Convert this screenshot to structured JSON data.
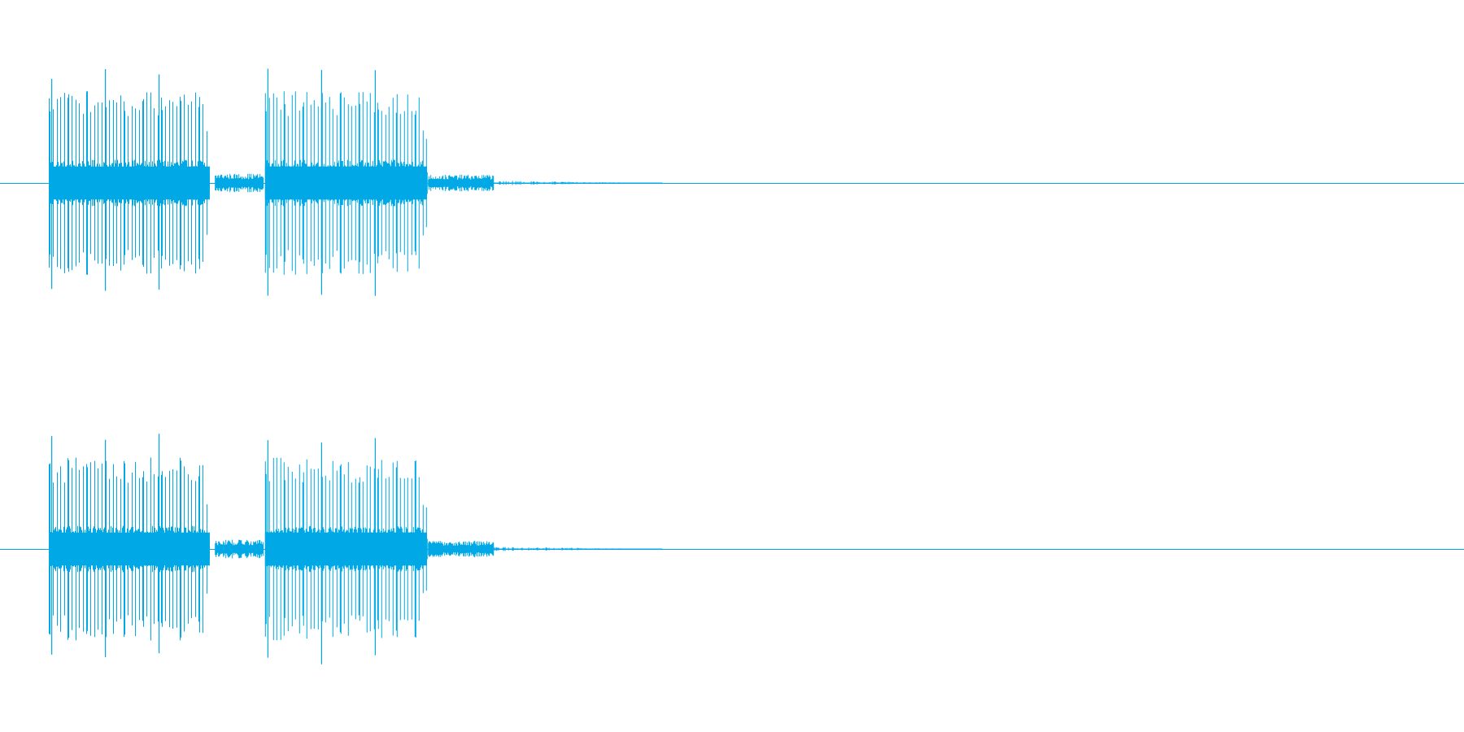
{
  "waveform": {
    "color": "#00a8e6",
    "background": "#ffffff",
    "channel_count": 2,
    "channels": [
      {
        "name": "",
        "bursts": [
          {
            "start": 0.0,
            "end": 0.315,
            "amplitude": 0.78,
            "core": 0.14
          },
          {
            "start": 0.325,
            "end": 0.42,
            "amplitude": 0.08,
            "core": 0.03
          },
          {
            "start": 0.423,
            "end": 0.74,
            "amplitude": 0.78,
            "core": 0.14
          },
          {
            "start": 0.742,
            "end": 0.87,
            "amplitude": 0.07,
            "core": 0.03
          },
          {
            "start": 0.87,
            "end": 1.2,
            "amplitude": 0.02,
            "core": 0.01
          }
        ],
        "transients": [
          0.005,
          0.11,
          0.215,
          0.428,
          0.533,
          0.638
        ],
        "transient_amplitude": 0.98
      },
      {
        "name": "",
        "bursts": [
          {
            "start": 0.0,
            "end": 0.315,
            "amplitude": 0.78,
            "core": 0.14
          },
          {
            "start": 0.325,
            "end": 0.42,
            "amplitude": 0.08,
            "core": 0.03
          },
          {
            "start": 0.423,
            "end": 0.74,
            "amplitude": 0.78,
            "core": 0.14
          },
          {
            "start": 0.742,
            "end": 0.87,
            "amplitude": 0.07,
            "core": 0.03
          },
          {
            "start": 0.87,
            "end": 1.2,
            "amplitude": 0.02,
            "core": 0.01
          }
        ],
        "transients": [
          0.005,
          0.11,
          0.215,
          0.428,
          0.533,
          0.638
        ],
        "transient_amplitude": 0.98
      }
    ]
  }
}
